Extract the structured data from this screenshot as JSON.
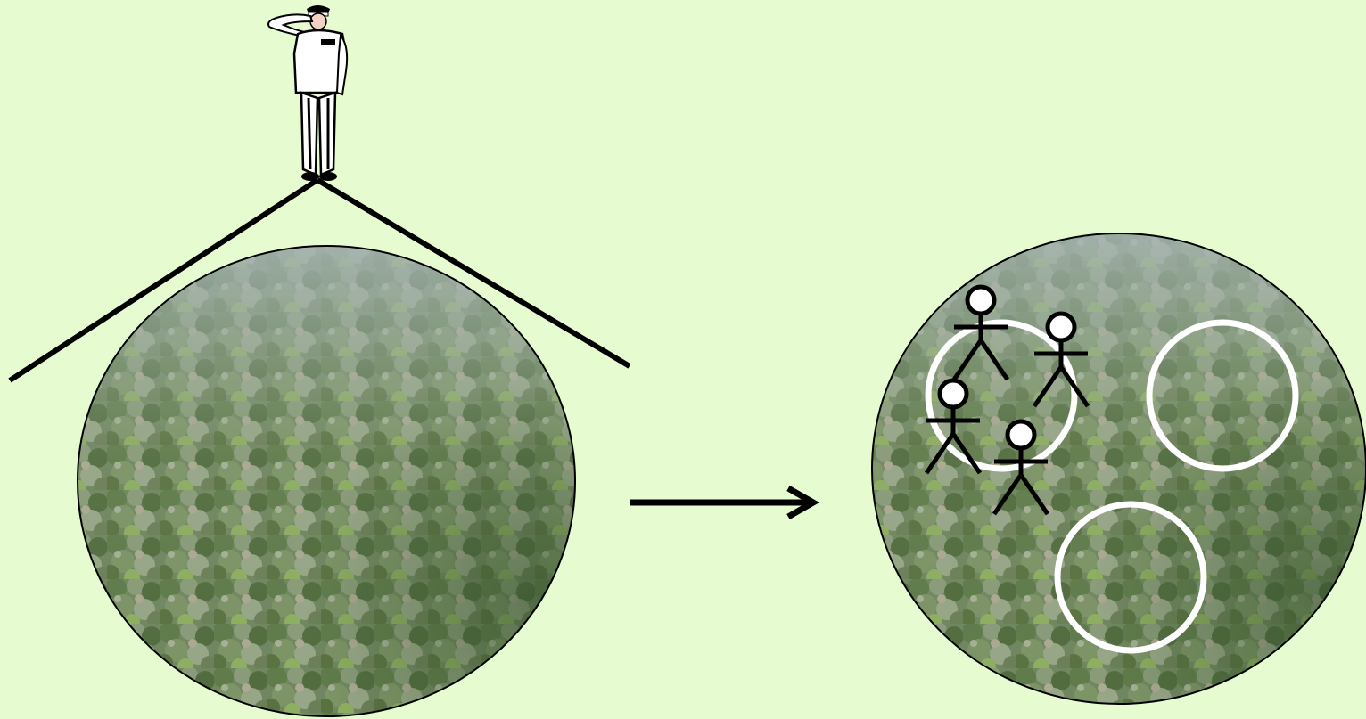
{
  "diagram": {
    "background_color": "#e6fcd0",
    "left_panel": {
      "figure": "saluting-officer",
      "view": "forest-canopy-photo"
    },
    "connector": {
      "type": "arrow",
      "direction": "right"
    },
    "right_panel": {
      "view": "forest-canopy-photo",
      "highlighted_regions": 3,
      "people": 4
    },
    "colors": {
      "forest_haze": "#8fa38a",
      "forest_dark": "#4f6a3c",
      "forest_light": "#8fb060",
      "outline": "#000000",
      "highlight_ring": "#ffffff"
    }
  }
}
